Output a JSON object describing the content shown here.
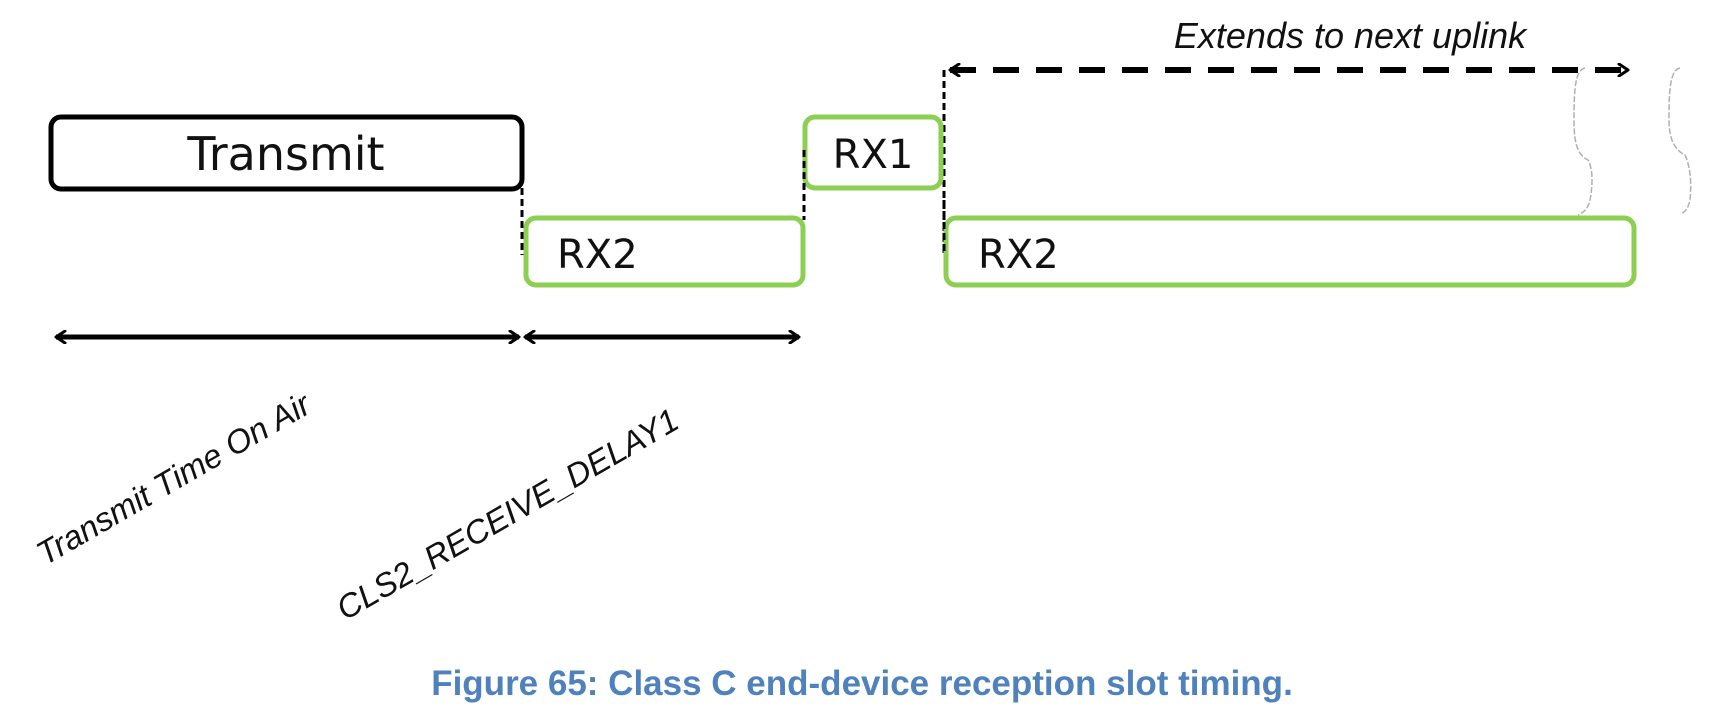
{
  "diagram": {
    "title": "Class C end-device reception slot timing",
    "colors": {
      "transmit_stroke": "#000000",
      "receive_stroke": "#8ccf52",
      "caption": "#4f81bd",
      "brace": "#b0b0b0"
    },
    "slots": [
      {
        "id": "transmit",
        "label": "Transmit",
        "row": "top"
      },
      {
        "id": "rx2-first",
        "label": "RX2",
        "row": "bottom"
      },
      {
        "id": "rx1",
        "label": "RX1",
        "row": "top"
      },
      {
        "id": "rx2-continuous",
        "label": "RX2",
        "row": "bottom"
      }
    ],
    "intervals": [
      {
        "id": "time-on-air",
        "label": "Transmit Time On Air"
      },
      {
        "id": "receive-delay",
        "label": "CLS2_RECEIVE_DELAY1"
      }
    ],
    "extension": {
      "label": "Extends to next uplink"
    }
  },
  "caption": "Figure 65: Class C end-device reception slot timing."
}
